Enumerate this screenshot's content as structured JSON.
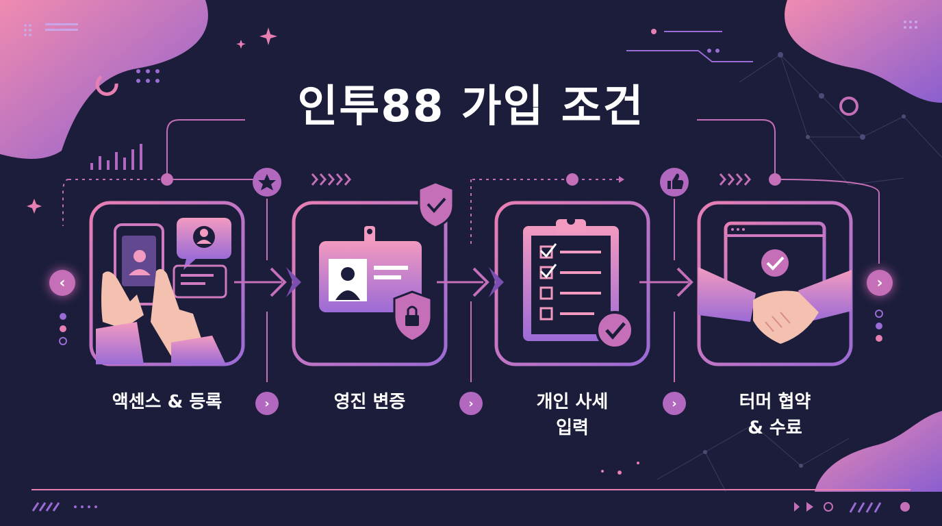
{
  "title": "인투88 가입 조건",
  "steps": [
    {
      "label_lines": [
        "액센스 & 등록"
      ],
      "icon": "phone-registration-icon",
      "next_icon": "chevron-right-icon"
    },
    {
      "label_lines": [
        "영진 변증"
      ],
      "icon": "id-badge-verification-icon",
      "next_icon": "chevron-right-icon"
    },
    {
      "label_lines": [
        "개인 사세",
        "입력"
      ],
      "icon": "clipboard-checklist-icon",
      "next_icon": "chevron-right-icon"
    },
    {
      "label_lines": [
        "터머 협약",
        "& 수료"
      ],
      "icon": "handshake-agreement-icon"
    }
  ],
  "nav": {
    "prev_icon": "chevron-left-icon",
    "next_icon": "chevron-right-icon"
  },
  "connector_badges": [
    "star-icon",
    "thumbs-up-icon"
  ],
  "colors": {
    "background": "#1b1d3a",
    "accent_pink": "#e77fb3",
    "accent_purple": "#9b6bd6",
    "text": "#ffffff"
  }
}
